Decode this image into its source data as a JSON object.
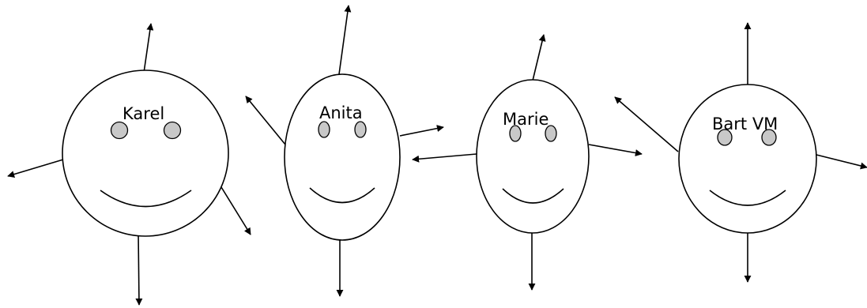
{
  "faces": [
    {
      "name": "Karel"
    },
    {
      "name": "Anita"
    },
    {
      "name": "Marie"
    },
    {
      "name": "Bart VM"
    }
  ],
  "colors": {
    "eye_fill": "#c8c8c8",
    "stroke": "#000000",
    "background": "#ffffff"
  }
}
